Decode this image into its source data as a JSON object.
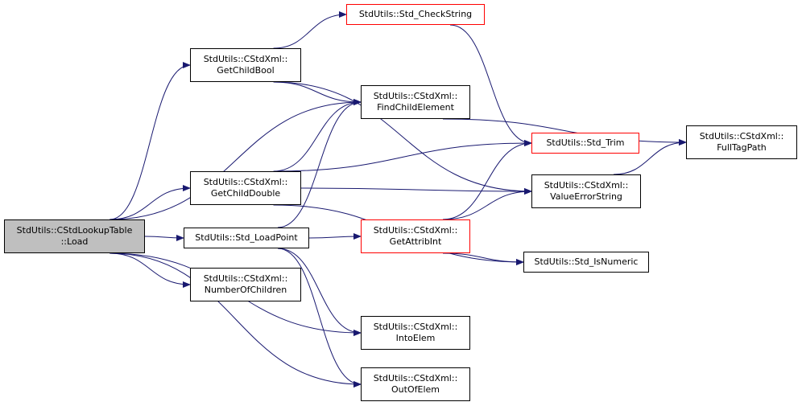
{
  "colors": {
    "edge": "#191970",
    "node_border": "#000000",
    "highlight_border": "#ff0000",
    "root_fill": "#bfbfbf"
  },
  "nodes": {
    "load": {
      "line1": "StdUtils::CStdLookupTable",
      "line2": "::Load"
    },
    "getchildbool": {
      "line1": "StdUtils::CStdXml::",
      "line2": "GetChildBool"
    },
    "getchilddouble": {
      "line1": "StdUtils::CStdXml::",
      "line2": "GetChildDouble"
    },
    "std_loadpoint": {
      "line1": "StdUtils::Std_LoadPoint"
    },
    "numberofchildren": {
      "line1": "StdUtils::CStdXml::",
      "line2": "NumberOfChildren"
    },
    "std_checkstring": {
      "line1": "StdUtils::Std_CheckString"
    },
    "findchildelement": {
      "line1": "StdUtils::CStdXml::",
      "line2": "FindChildElement"
    },
    "std_trim": {
      "line1": "StdUtils::Std_Trim"
    },
    "valueerrorstring": {
      "line1": "StdUtils::CStdXml::",
      "line2": "ValueErrorString"
    },
    "getattribint": {
      "line1": "StdUtils::CStdXml::",
      "line2": "GetAttribInt"
    },
    "std_isnumeric": {
      "line1": "StdUtils::Std_IsNumeric"
    },
    "intoelem": {
      "line1": "StdUtils::CStdXml::",
      "line2": "IntoElem"
    },
    "outofelem": {
      "line1": "StdUtils::CStdXml::",
      "line2": "OutOfElem"
    },
    "fulltagpath": {
      "line1": "StdUtils::CStdXml::",
      "line2": "FullTagPath"
    }
  },
  "edges": [
    [
      "load",
      "getchildbool"
    ],
    [
      "load",
      "findchildelement"
    ],
    [
      "load",
      "getchilddouble"
    ],
    [
      "load",
      "std_loadpoint"
    ],
    [
      "load",
      "numberofchildren"
    ],
    [
      "load",
      "intoelem"
    ],
    [
      "load",
      "outofelem"
    ],
    [
      "getchildbool",
      "std_checkstring"
    ],
    [
      "getchildbool",
      "findchildelement"
    ],
    [
      "getchildbool",
      "valueerrorstring"
    ],
    [
      "getchilddouble",
      "findchildelement"
    ],
    [
      "getchilddouble",
      "std_trim"
    ],
    [
      "getchilddouble",
      "valueerrorstring"
    ],
    [
      "getchilddouble",
      "std_isnumeric"
    ],
    [
      "std_loadpoint",
      "findchildelement"
    ],
    [
      "std_loadpoint",
      "getattribint"
    ],
    [
      "std_loadpoint",
      "intoelem"
    ],
    [
      "std_loadpoint",
      "outofelem"
    ],
    [
      "std_checkstring",
      "std_trim"
    ],
    [
      "findchildelement",
      "fulltagpath"
    ],
    [
      "getattribint",
      "std_trim"
    ],
    [
      "getattribint",
      "valueerrorstring"
    ],
    [
      "getattribint",
      "std_isnumeric"
    ],
    [
      "valueerrorstring",
      "fulltagpath"
    ]
  ]
}
